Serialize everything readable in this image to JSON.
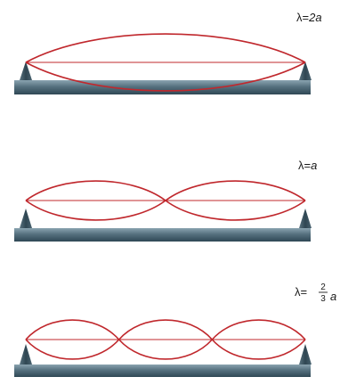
{
  "modes": [
    {
      "lambda_symbol": "λ",
      "equals": "=",
      "label_text": "2a",
      "loops": 1
    },
    {
      "lambda_symbol": "λ",
      "equals": "=",
      "label_text": "a",
      "loops": 2
    },
    {
      "lambda_symbol": "λ",
      "equals": "=",
      "numerator": "2",
      "denominator": "3",
      "variable": "a",
      "loops": 3
    }
  ],
  "colors": {
    "string": "#c0282d",
    "support": "#3d5561",
    "base_top": "#7f99a6",
    "base_bottom": "#34505d"
  }
}
